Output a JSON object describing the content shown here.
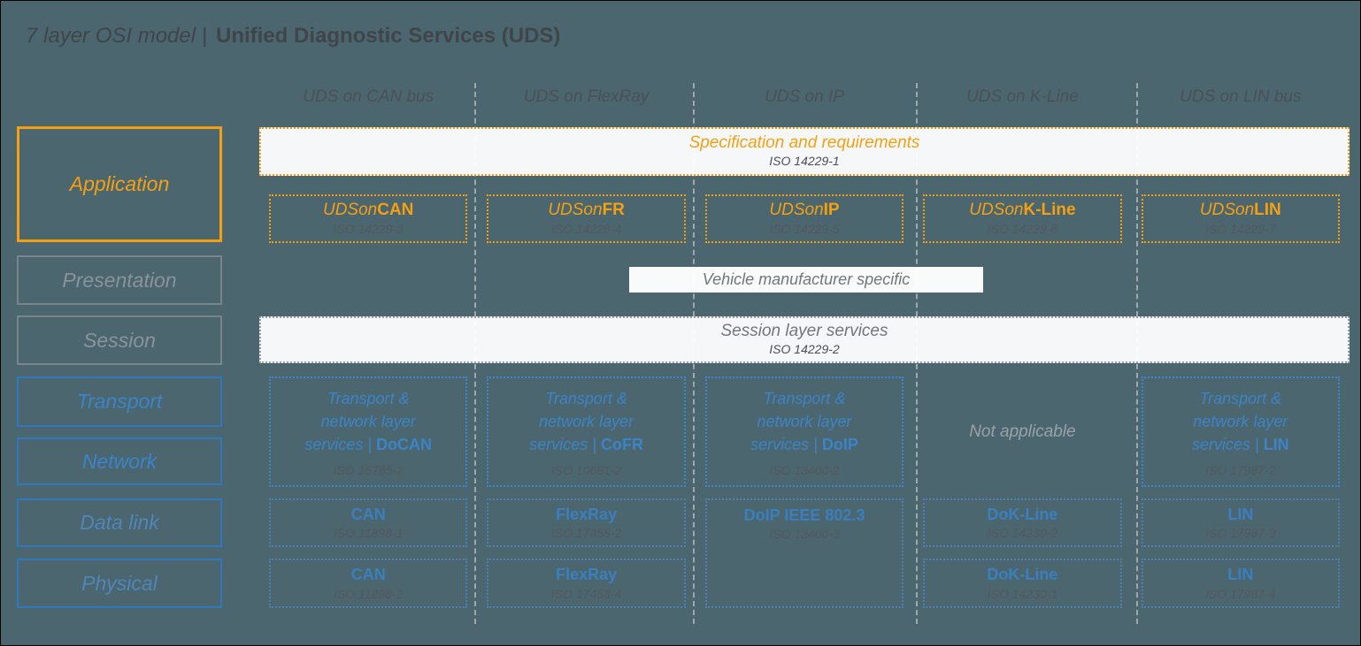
{
  "title": {
    "model": "7 layer OSI model |",
    "app": "Unified Diagnostic Services (UDS)"
  },
  "column_headers": [
    "UDS on CAN bus",
    "UDS on FlexRay",
    "UDS on IP",
    "UDS on K-Line",
    "UDS on LIN bus"
  ],
  "osi_layers": {
    "application": "Application",
    "presentation": "Presentation",
    "session": "Session",
    "transport": "Transport",
    "network": "Network",
    "datalink": "Data link",
    "physical": "Physical"
  },
  "spec_band": {
    "label": "Specification and requirements",
    "iso": "ISO 14229-1"
  },
  "udson_band": [
    {
      "prefix": "UDSon",
      "suffix": "CAN",
      "iso": "ISO 14229-3"
    },
    {
      "prefix": "UDSon",
      "suffix": "FR",
      "iso": "ISO 14229-4"
    },
    {
      "prefix": "UDSon",
      "suffix": "IP",
      "iso": "ISO 14229-5"
    },
    {
      "prefix": "UDSon",
      "suffix": "K-Line",
      "iso": "ISO 14229-6"
    },
    {
      "prefix": "UDSon",
      "suffix": "LIN",
      "iso": "ISO 14229-7"
    }
  ],
  "vehicle_band": {
    "label": "Vehicle manufacturer specific"
  },
  "session_band": {
    "label": "Session layer services",
    "iso": "ISO 14229-2"
  },
  "transport_band": {
    "line1": "Transport &",
    "line2": "network layer",
    "line3": "services |",
    "not_applicable": "Not applicable",
    "cells": [
      {
        "protocol": "DoCAN",
        "iso": "ISO 15765-2"
      },
      {
        "protocol": "CoFR",
        "iso": "ISO 10681-2"
      },
      {
        "protocol": "DoIP",
        "iso": "ISO 13400-2"
      },
      {
        "protocol": "",
        "iso": ""
      },
      {
        "protocol": "LIN",
        "iso": "ISO 17987-2"
      }
    ]
  },
  "datalink_band": [
    {
      "name": "CAN",
      "iso": "ISO 11898-1"
    },
    {
      "name": "FlexRay",
      "iso": "ISO 17458-2"
    },
    {
      "name": "DoIP IEEE 802.3",
      "iso": "ISO 13400-3"
    },
    {
      "name": "DoK-Line",
      "iso": "ISO 14230-2"
    },
    {
      "name": "LIN",
      "iso": "ISO 17987-3"
    }
  ],
  "physical_band": [
    {
      "name": "CAN",
      "iso": "ISO 11898-2"
    },
    {
      "name": "FlexRay",
      "iso": "ISO 17458-4"
    },
    {
      "name": "DoK-Line",
      "iso": "ISO 14230-1"
    },
    {
      "name": "LIN",
      "iso": "ISO 17987-4"
    }
  ],
  "colors": {
    "background": "#4C6670",
    "orange": "#F5A011",
    "blue": "#3B84C8",
    "blue_border": "#2F78BE",
    "gray": "#8A939A",
    "white": "#FFFFFF"
  }
}
